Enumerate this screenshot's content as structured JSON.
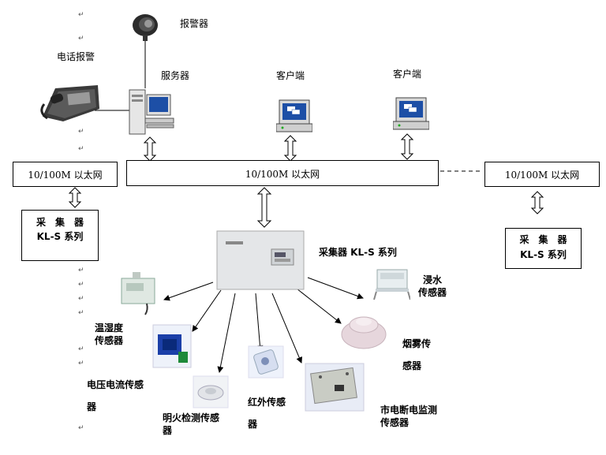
{
  "labels": {
    "phone_alarm": "电话报警",
    "alarm": "报警器",
    "server": "服务器",
    "client1": "客户端",
    "client2": "客户端",
    "collector_main": "采集器 KL-S 系列",
    "water_sensor_line1": "浸水",
    "water_sensor_line2": "传感器",
    "temp_humidity_line1": "温湿度",
    "temp_humidity_line2": "传感器",
    "smoke_line1": "烟雾传",
    "smoke_line2": "感器",
    "voltage_current_line1": "电压电流传感",
    "voltage_current_line2": "器",
    "infrared_line1": "红外传感",
    "infrared_line2": "器",
    "fire_line1": "明火检测传感",
    "fire_line2": "器",
    "mains_line1": "市电断电监测",
    "mains_line2": "传感器"
  },
  "networks": {
    "left": "10/100M 以太网",
    "center": "10/100M 以太网",
    "right": "10/100M 以太网"
  },
  "collectors": {
    "left_line1": "采　集　器",
    "left_line2": "KL-S 系列",
    "right_line1": "采　集　器",
    "right_line2": "KL-S 系列"
  },
  "paragraph_mark": "↵"
}
